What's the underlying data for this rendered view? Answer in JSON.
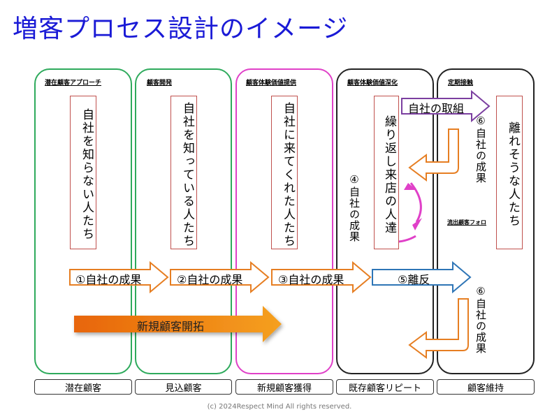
{
  "title": "増客プロセス設計のイメージ",
  "stages": [
    {
      "heading": "潜在顧客アプローチ",
      "box_text": "自社を知らない人たち",
      "footer": "潜在顧客",
      "color": "#2eaa5c"
    },
    {
      "heading": "顧客開発",
      "box_text": "自社を知っている人たち",
      "footer": "見込顧客",
      "color": "#2eaa5c"
    },
    {
      "heading": "顧客体験価値提供",
      "box_text": "自社に来てくれた人たち",
      "footer": "新規顧客獲得",
      "color": "#e040c8"
    },
    {
      "heading": "顧客体験価値深化",
      "box_text": "繰り返し来店の人達",
      "footer": "既存顧客リピート",
      "color": "#222222"
    },
    {
      "heading": "定期接触",
      "box_text": "離れそうな人たち",
      "footer": "顧客維持",
      "color": "#222222"
    }
  ],
  "arrows": {
    "flow1": "①自社の成果",
    "flow2": "②自社の成果",
    "flow3": "③自社の成果",
    "churn": "⑤離反",
    "own_effort": "自社の取組",
    "new_customer": "新規顧客開拓",
    "result4": "④自社の成果",
    "result6a": "⑥自社の成果",
    "result6b": "⑥自社の成果",
    "outflow_follow": "流出顧客フォロ"
  },
  "copyright": "(c) 2024Respect Mind All rights reserved.",
  "colors": {
    "title": "#1a1ad6",
    "orange": "#e67e22",
    "purple": "#7b3fa0",
    "blue": "#2e75b6",
    "magenta": "#e040c8",
    "green": "#2eaa5c"
  }
}
